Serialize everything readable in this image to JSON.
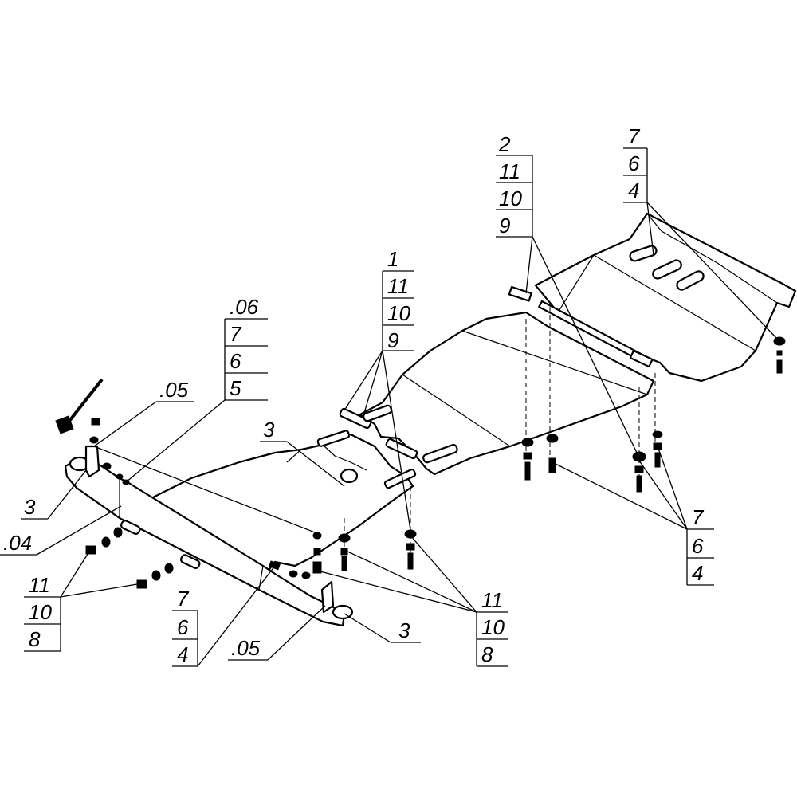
{
  "callouts": [
    {
      "id": "c_2_11_10_9",
      "labels": [
        "2",
        "11",
        "10",
        "9"
      ]
    },
    {
      "id": "c_7_6_4_top",
      "labels": [
        "7",
        "6",
        "4"
      ]
    },
    {
      "id": "c_1_11_10_9",
      "labels": [
        "1",
        "11",
        "10",
        "9"
      ]
    },
    {
      "id": "c_06_7_6_5",
      "labels": [
        ".06",
        "7",
        "6",
        "5"
      ]
    },
    {
      "id": "c_05_top",
      "labels": [
        ".05"
      ]
    },
    {
      "id": "c_3_mid",
      "labels": [
        "3"
      ]
    },
    {
      "id": "c_3_left",
      "labels": [
        "3"
      ]
    },
    {
      "id": "c_04",
      "labels": [
        ".04"
      ]
    },
    {
      "id": "c_11_10_8_left",
      "labels": [
        "11",
        "10",
        "8"
      ]
    },
    {
      "id": "c_7_6_4_bottom",
      "labels": [
        "7",
        "6",
        "4"
      ]
    },
    {
      "id": "c_05_bottom",
      "labels": [
        ".05"
      ]
    },
    {
      "id": "c_3_bottom",
      "labels": [
        "3"
      ]
    },
    {
      "id": "c_11_10_8_right",
      "labels": [
        "11",
        "10",
        "8"
      ]
    },
    {
      "id": "c_7_6_4_right",
      "labels": [
        "7",
        "6",
        "4"
      ]
    }
  ]
}
